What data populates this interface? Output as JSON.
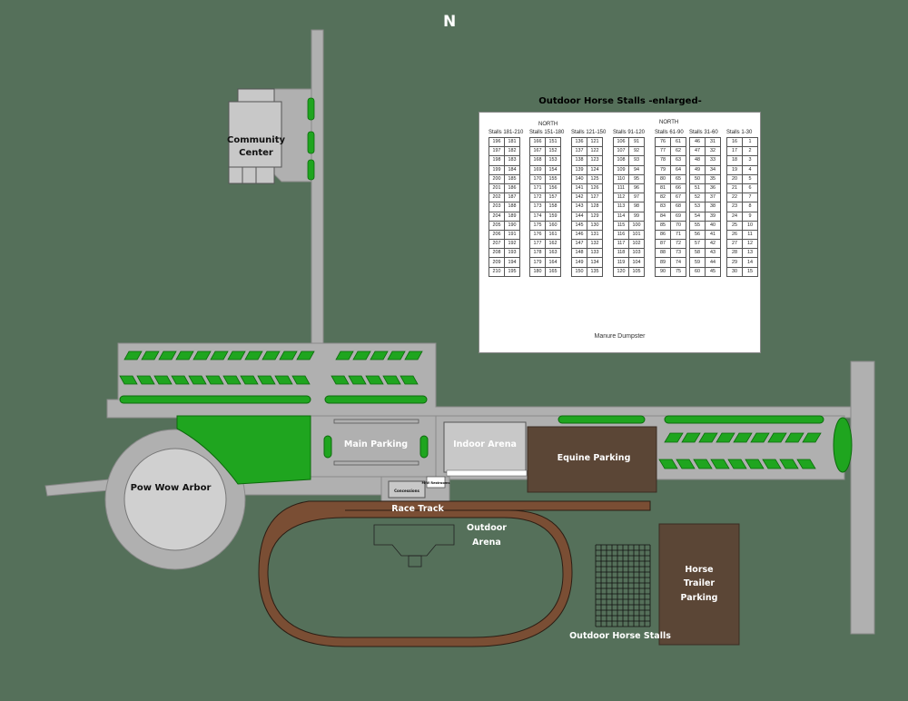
{
  "map": {
    "compass": "N",
    "labels": {
      "community_center": [
        "Community",
        "Center"
      ],
      "pow_wow_arbor": "Pow Wow Arbor",
      "main_parking": "Main Parking",
      "indoor_arena": "Indoor Arena",
      "equine_parking": "Equine Parking",
      "race_track": "Race Track",
      "outdoor_arena": [
        "Outdoor",
        "Arena"
      ],
      "horse_trailer_parking": [
        "Horse",
        "Trailer",
        "Parking"
      ],
      "outdoor_horse_stalls": "Outdoor Horse Stalls",
      "concessions": "Concessions",
      "restrooms": "M/W Restrooms"
    },
    "colors": {
      "background": "#55705a",
      "road": "#b0b0b0",
      "grass": "#1fa51f",
      "building": "#c8c8c8",
      "dirt_lot": "#5b4636",
      "track": "#7a4e34"
    }
  },
  "stall_panel": {
    "title": "Outdoor Horse Stalls -enlarged-",
    "north_left": "NORTH",
    "north_right": "NORTH",
    "footer": "Manure  Dumpster",
    "columns": [
      {
        "header": "Stalls 181-210",
        "left": [
          196,
          197,
          198,
          199,
          200,
          201,
          202,
          203,
          204,
          205,
          206,
          207,
          208,
          209,
          210
        ],
        "right": [
          181,
          182,
          183,
          184,
          185,
          186,
          187,
          188,
          189,
          190,
          191,
          192,
          193,
          194,
          195
        ]
      },
      {
        "header": "Stalls 151-180",
        "left": [
          166,
          167,
          168,
          169,
          170,
          171,
          172,
          173,
          174,
          175,
          176,
          177,
          178,
          179,
          180
        ],
        "right": [
          151,
          152,
          153,
          154,
          155,
          156,
          157,
          158,
          159,
          160,
          161,
          162,
          163,
          164,
          165
        ]
      },
      {
        "header": "Stalls 121-150",
        "left": [
          136,
          137,
          138,
          139,
          140,
          141,
          142,
          143,
          144,
          145,
          146,
          147,
          148,
          149,
          150
        ],
        "right": [
          121,
          122,
          123,
          124,
          125,
          126,
          127,
          128,
          129,
          130,
          131,
          132,
          133,
          134,
          135
        ]
      },
      {
        "header": "Stalls 91-120",
        "left": [
          106,
          107,
          108,
          109,
          110,
          111,
          112,
          113,
          114,
          115,
          116,
          117,
          118,
          119,
          120
        ],
        "right": [
          91,
          92,
          93,
          94,
          95,
          96,
          97,
          98,
          99,
          100,
          101,
          102,
          103,
          104,
          105
        ]
      },
      {
        "header": "Stalls 61-90",
        "left": [
          76,
          77,
          78,
          79,
          80,
          81,
          82,
          83,
          84,
          85,
          86,
          87,
          88,
          89,
          90
        ],
        "right": [
          61,
          62,
          63,
          64,
          65,
          66,
          67,
          68,
          69,
          70,
          71,
          72,
          73,
          74,
          75
        ]
      },
      {
        "header": "Stalls 31-60",
        "left": [
          46,
          47,
          48,
          49,
          50,
          51,
          52,
          53,
          54,
          55,
          56,
          57,
          58,
          59,
          60
        ],
        "right": [
          31,
          32,
          33,
          34,
          35,
          36,
          37,
          38,
          39,
          40,
          41,
          42,
          43,
          44,
          45
        ]
      },
      {
        "header": "Stalls 1-30",
        "left": [
          16,
          17,
          18,
          19,
          20,
          21,
          22,
          23,
          24,
          25,
          26,
          27,
          28,
          29,
          30
        ],
        "right": [
          1,
          2,
          3,
          4,
          5,
          6,
          7,
          8,
          9,
          10,
          11,
          12,
          13,
          14,
          15
        ]
      }
    ]
  }
}
